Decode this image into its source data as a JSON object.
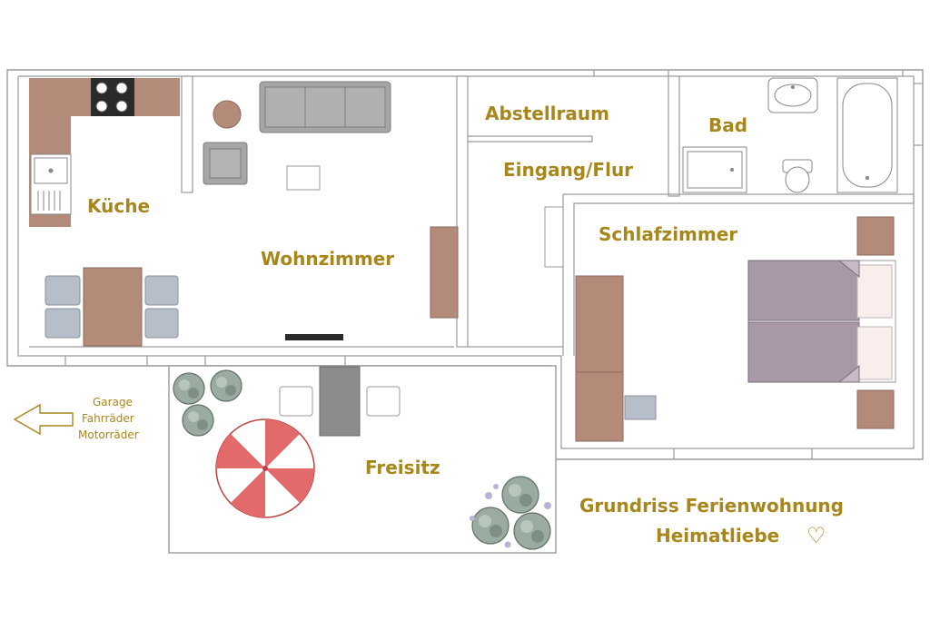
{
  "rooms": {
    "kitchen": "Küche",
    "living": "Wohnzimmer",
    "storage": "Abstellraum",
    "bath": "Bad",
    "hallway": "Eingang/Flur",
    "bedroom": "Schlafzimmer",
    "terrace": "Freisitz"
  },
  "arrow_note": {
    "line1": "Garage",
    "line2": "Fahrräder",
    "line3": "Motorräder"
  },
  "title": {
    "line1": "Grundriss Ferienwohnung",
    "line2": "Heimatliebe",
    "heart_glyph": "♡"
  },
  "colors": {
    "label": "#a7871b",
    "wood": "#b48a78",
    "sofa": "#a6a6a6",
    "chair": "#b6bec9",
    "bed": "#a898a8",
    "umbrella": "#e26a6a",
    "plant": "#8a9c92",
    "flower": "#b9b3d9"
  }
}
